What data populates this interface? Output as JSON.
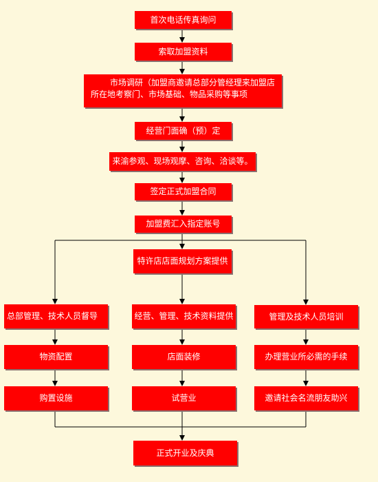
{
  "colors": {
    "box_fill": "#ff0000",
    "box_text": "#ffffff",
    "line": "#000000",
    "background": "#fdf8dc"
  },
  "nodes": [
    {
      "id": "n1",
      "label": "首次电话传真询问"
    },
    {
      "id": "n2",
      "label": "索取加盟资料"
    },
    {
      "id": "n3",
      "lines": [
        "市场调研（加盟商邀请总部分管经理来加盟店",
        "所在地考察门、市场基础、物品采购等事项"
      ]
    },
    {
      "id": "n4",
      "label": "经营门面确（预）定"
    },
    {
      "id": "n5",
      "label": "来渝参观、现场观摩、咨询、洽谈等。"
    },
    {
      "id": "n6",
      "label": "签定正式加盟合同"
    },
    {
      "id": "n7",
      "label": "加盟费汇入指定账号"
    },
    {
      "id": "n8",
      "label": "特许店店面规划方案提供"
    },
    {
      "id": "n9",
      "label": "总部管理、技术人员督导"
    },
    {
      "id": "n10",
      "label": "经营、管理、技术资料提供"
    },
    {
      "id": "n11",
      "label": "管理及技术人员培训"
    },
    {
      "id": "n12",
      "label": "物资配置"
    },
    {
      "id": "n13",
      "label": "店面装修"
    },
    {
      "id": "n14",
      "label": "办理营业所必需的手续"
    },
    {
      "id": "n15",
      "label": "购置设施"
    },
    {
      "id": "n16",
      "label": "试营业"
    },
    {
      "id": "n17",
      "label": "邀请社会名流朋友助兴"
    },
    {
      "id": "n18",
      "label": "正式开业及庆典"
    }
  ],
  "edges": [
    {
      "from": "n1",
      "to": "n2"
    },
    {
      "from": "n2",
      "to": "n3"
    },
    {
      "from": "n3",
      "to": "n4"
    },
    {
      "from": "n4",
      "to": "n5"
    },
    {
      "from": "n5",
      "to": "n6"
    },
    {
      "from": "n6",
      "to": "n7"
    },
    {
      "from": "n7",
      "to": "n8"
    },
    {
      "from": "n7",
      "to": "n9"
    },
    {
      "from": "n7",
      "to": "n11"
    },
    {
      "from": "n8",
      "to": "n10"
    },
    {
      "from": "n9",
      "to": "n12"
    },
    {
      "from": "n10",
      "to": "n13"
    },
    {
      "from": "n11",
      "to": "n14"
    },
    {
      "from": "n12",
      "to": "n15"
    },
    {
      "from": "n13",
      "to": "n16"
    },
    {
      "from": "n14",
      "to": "n17"
    },
    {
      "from": "n15",
      "to": "n18"
    },
    {
      "from": "n16",
      "to": "n18"
    },
    {
      "from": "n17",
      "to": "n18"
    }
  ]
}
